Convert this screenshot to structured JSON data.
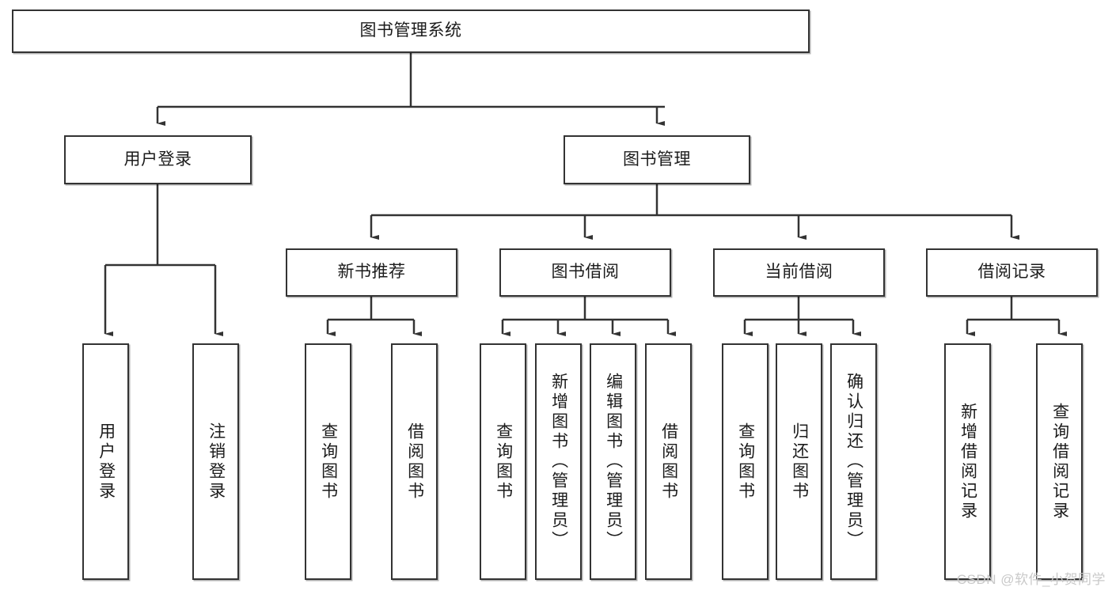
{
  "diagram": {
    "title_node": {
      "label": "图书管理系统"
    },
    "level2": [
      {
        "id": "user-login",
        "label": "用户登录"
      },
      {
        "id": "book-management",
        "label": "图书管理"
      }
    ],
    "level3": [
      {
        "id": "new-book-recommend",
        "label": "新书推荐"
      },
      {
        "id": "book-borrow",
        "label": "图书借阅"
      },
      {
        "id": "current-borrow",
        "label": "当前借阅"
      },
      {
        "id": "borrow-record",
        "label": "借阅记录"
      }
    ],
    "leaves": [
      {
        "id": "leaf-user-login",
        "label": "用户登录",
        "parent": "user-login"
      },
      {
        "id": "leaf-logout-login",
        "label": "注销登录",
        "parent": "user-login"
      },
      {
        "id": "leaf-query-book-1",
        "label": "查询图书",
        "parent": "new-book-recommend"
      },
      {
        "id": "leaf-borrow-book-1",
        "label": "借阅图书",
        "parent": "new-book-recommend"
      },
      {
        "id": "leaf-query-book-2",
        "label": "查询图书",
        "parent": "book-borrow"
      },
      {
        "id": "leaf-add-book",
        "label": "新增图书（管理员）",
        "parent": "book-borrow"
      },
      {
        "id": "leaf-edit-book",
        "label": "编辑图书（管理员）",
        "parent": "book-borrow"
      },
      {
        "id": "leaf-borrow-book-2",
        "label": "借阅图书",
        "parent": "book-borrow"
      },
      {
        "id": "leaf-query-book-3",
        "label": "查询图书",
        "parent": "current-borrow"
      },
      {
        "id": "leaf-return-book",
        "label": "归还图书",
        "parent": "current-borrow"
      },
      {
        "id": "leaf-confirm-return",
        "label": "确认归还（管理员）",
        "parent": "current-borrow"
      },
      {
        "id": "leaf-add-record",
        "label": "新增借阅记录",
        "parent": "borrow-record"
      },
      {
        "id": "leaf-query-record",
        "label": "查询借阅记录",
        "parent": "borrow-record"
      }
    ],
    "watermark": "CSDN @软件_小贺同学",
    "colors": {
      "border": "#333333",
      "background": "#ffffff",
      "text": "#1b1b1b",
      "watermark": "#c9c9c9"
    }
  }
}
